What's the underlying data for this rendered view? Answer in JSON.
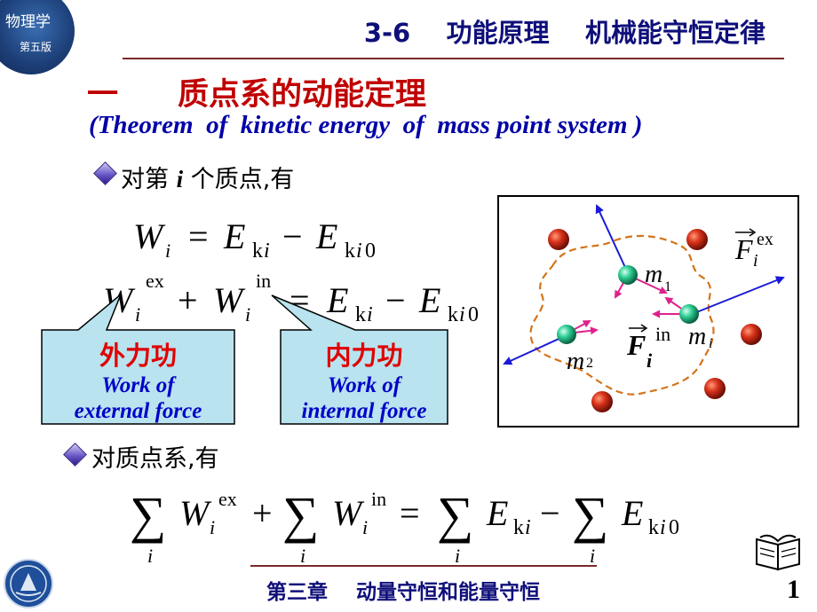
{
  "badge": {
    "title": "物理学",
    "edition": "第五版"
  },
  "header": {
    "title": "3-6    功能原理    机械能守恒定律"
  },
  "section": {
    "number": "一",
    "title": "质点系的动能定理",
    "english": "(Theorem  of  kinetic energy  of  mass point system )"
  },
  "bullets": [
    {
      "prefix": "对第",
      "var": "i",
      "suffix": "个质点,有"
    },
    {
      "text": "对质点系,有"
    }
  ],
  "callouts": {
    "external": {
      "title": "外力功",
      "en1": "Work of",
      "en2": "external  force"
    },
    "internal": {
      "title": "内力功",
      "en1": "Work of",
      "en2": "internal force"
    }
  },
  "diagram": {
    "m1": "m",
    "m1_sub": "1",
    "m2": "m",
    "m2_sub": "2",
    "mi": "m",
    "mi_sub": "i",
    "F_ex": "F",
    "F_ex_sup": "ex",
    "F_ex_sub": "i",
    "F_in": "F",
    "F_in_sup": "in",
    "F_in_sub": "i"
  },
  "equations": {
    "W": "W",
    "E": "E",
    "k": "k",
    "i": "i",
    "zero": "0",
    "ex": "ex",
    "in": "in",
    "eq": "=",
    "minus": "−",
    "plus": "+",
    "sum": "∑"
  },
  "footer": {
    "text": "第三章    动量守恒和能量守恒",
    "page": "1"
  },
  "colors": {
    "header": "#0f0f7a",
    "section": "#c00000",
    "english": "#0000a8",
    "callout_fill": "#b9e3ee",
    "callout_title": "#e00000",
    "callout_en": "#0000c8"
  }
}
